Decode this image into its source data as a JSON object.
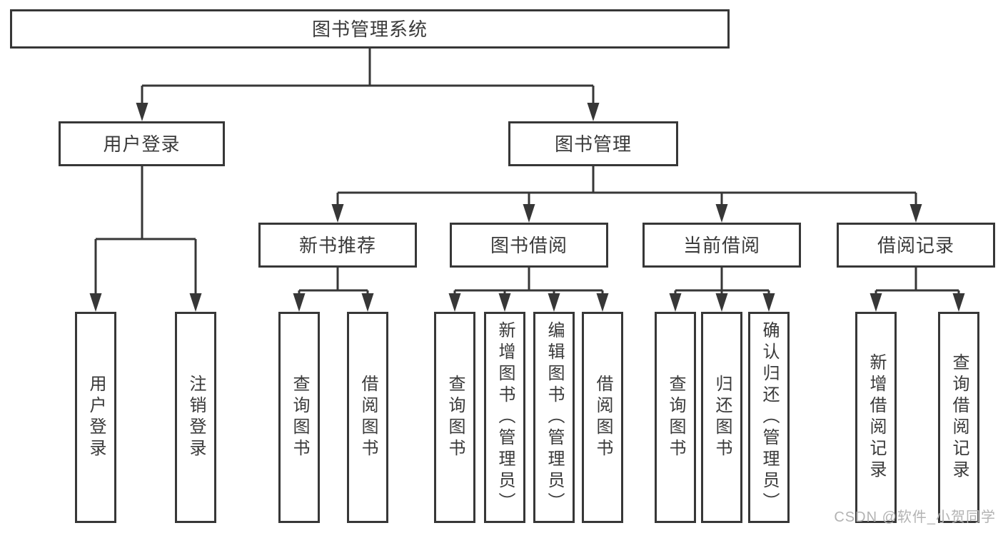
{
  "diagram_type": "hierarchy-tree",
  "nodes": {
    "root": "图书管理系统",
    "user_login": "用户登录",
    "book_mgmt": "图书管理",
    "new_books": "新书推荐",
    "book_borrow": "图书借阅",
    "current_borrow": "当前借阅",
    "borrow_records": "借阅记录"
  },
  "leaves": {
    "user_login": [
      "用户登录",
      "注销登录"
    ],
    "new_books": [
      "查询图书",
      "借阅图书"
    ],
    "book_borrow": [
      "查询图书",
      "新增图书（管理员）",
      "编辑图书（管理员）",
      "借阅图书"
    ],
    "current_borrow": [
      "查询图书",
      "归还图书",
      "确认归还（管理员）"
    ],
    "borrow_records": [
      "新增借阅记录",
      "查询借阅记录"
    ]
  },
  "watermark": "CSDN @软件_小贺同学",
  "colors": {
    "line": "#373737",
    "box_border": "#373737",
    "text": "#3a3a3a",
    "background": "#ffffff",
    "watermark": "#b3b3b3"
  }
}
